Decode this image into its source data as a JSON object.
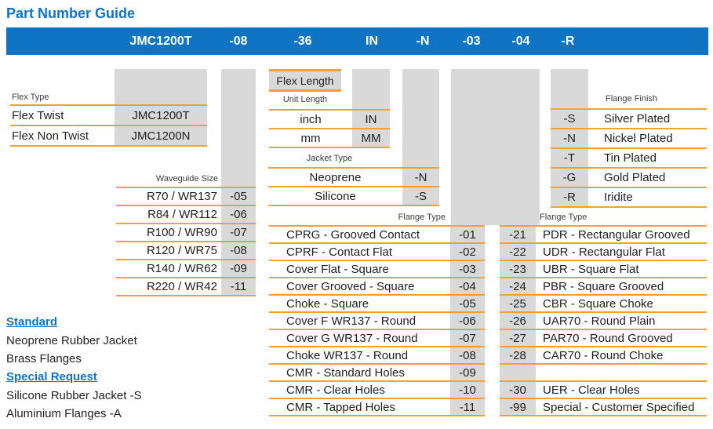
{
  "title": "Part Number Guide",
  "colors": {
    "blue": "#0f74c4",
    "orange": "#f2a132",
    "gray": "#d9d9d9"
  },
  "part_number_bar": {
    "segments": [
      "JMC1200T",
      "-08",
      "-36",
      "IN",
      "-N",
      "-03",
      "-04",
      "-R"
    ]
  },
  "flex_type": {
    "label": "Flex Type",
    "rows": [
      {
        "name": "Flex Twist",
        "code": "JMC1200T"
      },
      {
        "name": "Flex Non Twist",
        "code": "JMC1200N"
      }
    ]
  },
  "flex_length": {
    "box_label": "Flex Length"
  },
  "unit_length": {
    "label": "Unit Length",
    "rows": [
      {
        "name": "inch",
        "code": "IN"
      },
      {
        "name": "mm",
        "code": "MM"
      }
    ]
  },
  "jacket_type": {
    "label": "Jacket Type",
    "rows": [
      {
        "name": "Neoprene",
        "code": "-N"
      },
      {
        "name": "Silicone",
        "code": "-S"
      }
    ]
  },
  "waveguide_size": {
    "label": "Waveguide Size",
    "rows": [
      {
        "name": "R70 / WR137",
        "code": "-05"
      },
      {
        "name": "R84 / WR112",
        "code": "-06"
      },
      {
        "name": "R100 / WR90",
        "code": "-07"
      },
      {
        "name": "R120 / WR75",
        "code": "-08"
      },
      {
        "name": "R140 / WR62",
        "code": "-09"
      },
      {
        "name": "R220 / WR42",
        "code": "-11"
      }
    ]
  },
  "flange_type_left": {
    "label": "Flange Type",
    "rows": [
      {
        "name": "CPRG - Grooved Contact",
        "code": "-01"
      },
      {
        "name": "CPRF - Contact Flat",
        "code": "-02"
      },
      {
        "name": "Cover Flat - Square",
        "code": "-03"
      },
      {
        "name": "Cover Grooved - Square",
        "code": "-04"
      },
      {
        "name": "Choke - Square",
        "code": "-05"
      },
      {
        "name": "Cover F  WR137 - Round",
        "code": "-06"
      },
      {
        "name": "Cover G WR137 -  Round",
        "code": "-07"
      },
      {
        "name": "Choke WR137 - Round",
        "code": "-08"
      },
      {
        "name": "CMR - Standard Holes",
        "code": "-09"
      },
      {
        "name": "CMR - Clear Holes",
        "code": "-10"
      },
      {
        "name": "CMR - Tapped Holes",
        "code": "-11"
      }
    ]
  },
  "flange_type_right": {
    "label": "Flange Type",
    "rows": [
      {
        "code": "-21",
        "name": "PDR - Rectangular Grooved"
      },
      {
        "code": "-22",
        "name": "UDR - Rectangular Flat"
      },
      {
        "code": "-23",
        "name": "UBR - Square Flat"
      },
      {
        "code": "-24",
        "name": "PBR - Square Grooved"
      },
      {
        "code": "-25",
        "name": "CBR - Square Choke"
      },
      {
        "code": "-26",
        "name": "UAR70 - Round Plain"
      },
      {
        "code": "-27",
        "name": "PAR70 - Round Grooved"
      },
      {
        "code": "-28",
        "name": "CAR70 - Round Choke"
      },
      {
        "code": "",
        "name": ""
      },
      {
        "code": "-30",
        "name": "UER - Clear Holes"
      },
      {
        "code": "-99",
        "name": "Special - Customer Specified"
      }
    ]
  },
  "flange_finish": {
    "label": "Flange Finish",
    "rows": [
      {
        "code": "-S",
        "name": "Silver Plated"
      },
      {
        "code": "-N",
        "name": "Nickel Plated"
      },
      {
        "code": "-T",
        "name": "Tin Plated"
      },
      {
        "code": "-G",
        "name": "Gold Plated"
      },
      {
        "code": "-R",
        "name": "Iridite"
      }
    ]
  },
  "notes": {
    "standard_heading": "Standard",
    "standard_items": [
      "Neoprene Rubber Jacket",
      "Brass Flanges"
    ],
    "special_heading": "Special Request",
    "special_items": [
      "Silicone Rubber  Jacket  -S",
      "Aluminium Flanges  -A"
    ]
  }
}
